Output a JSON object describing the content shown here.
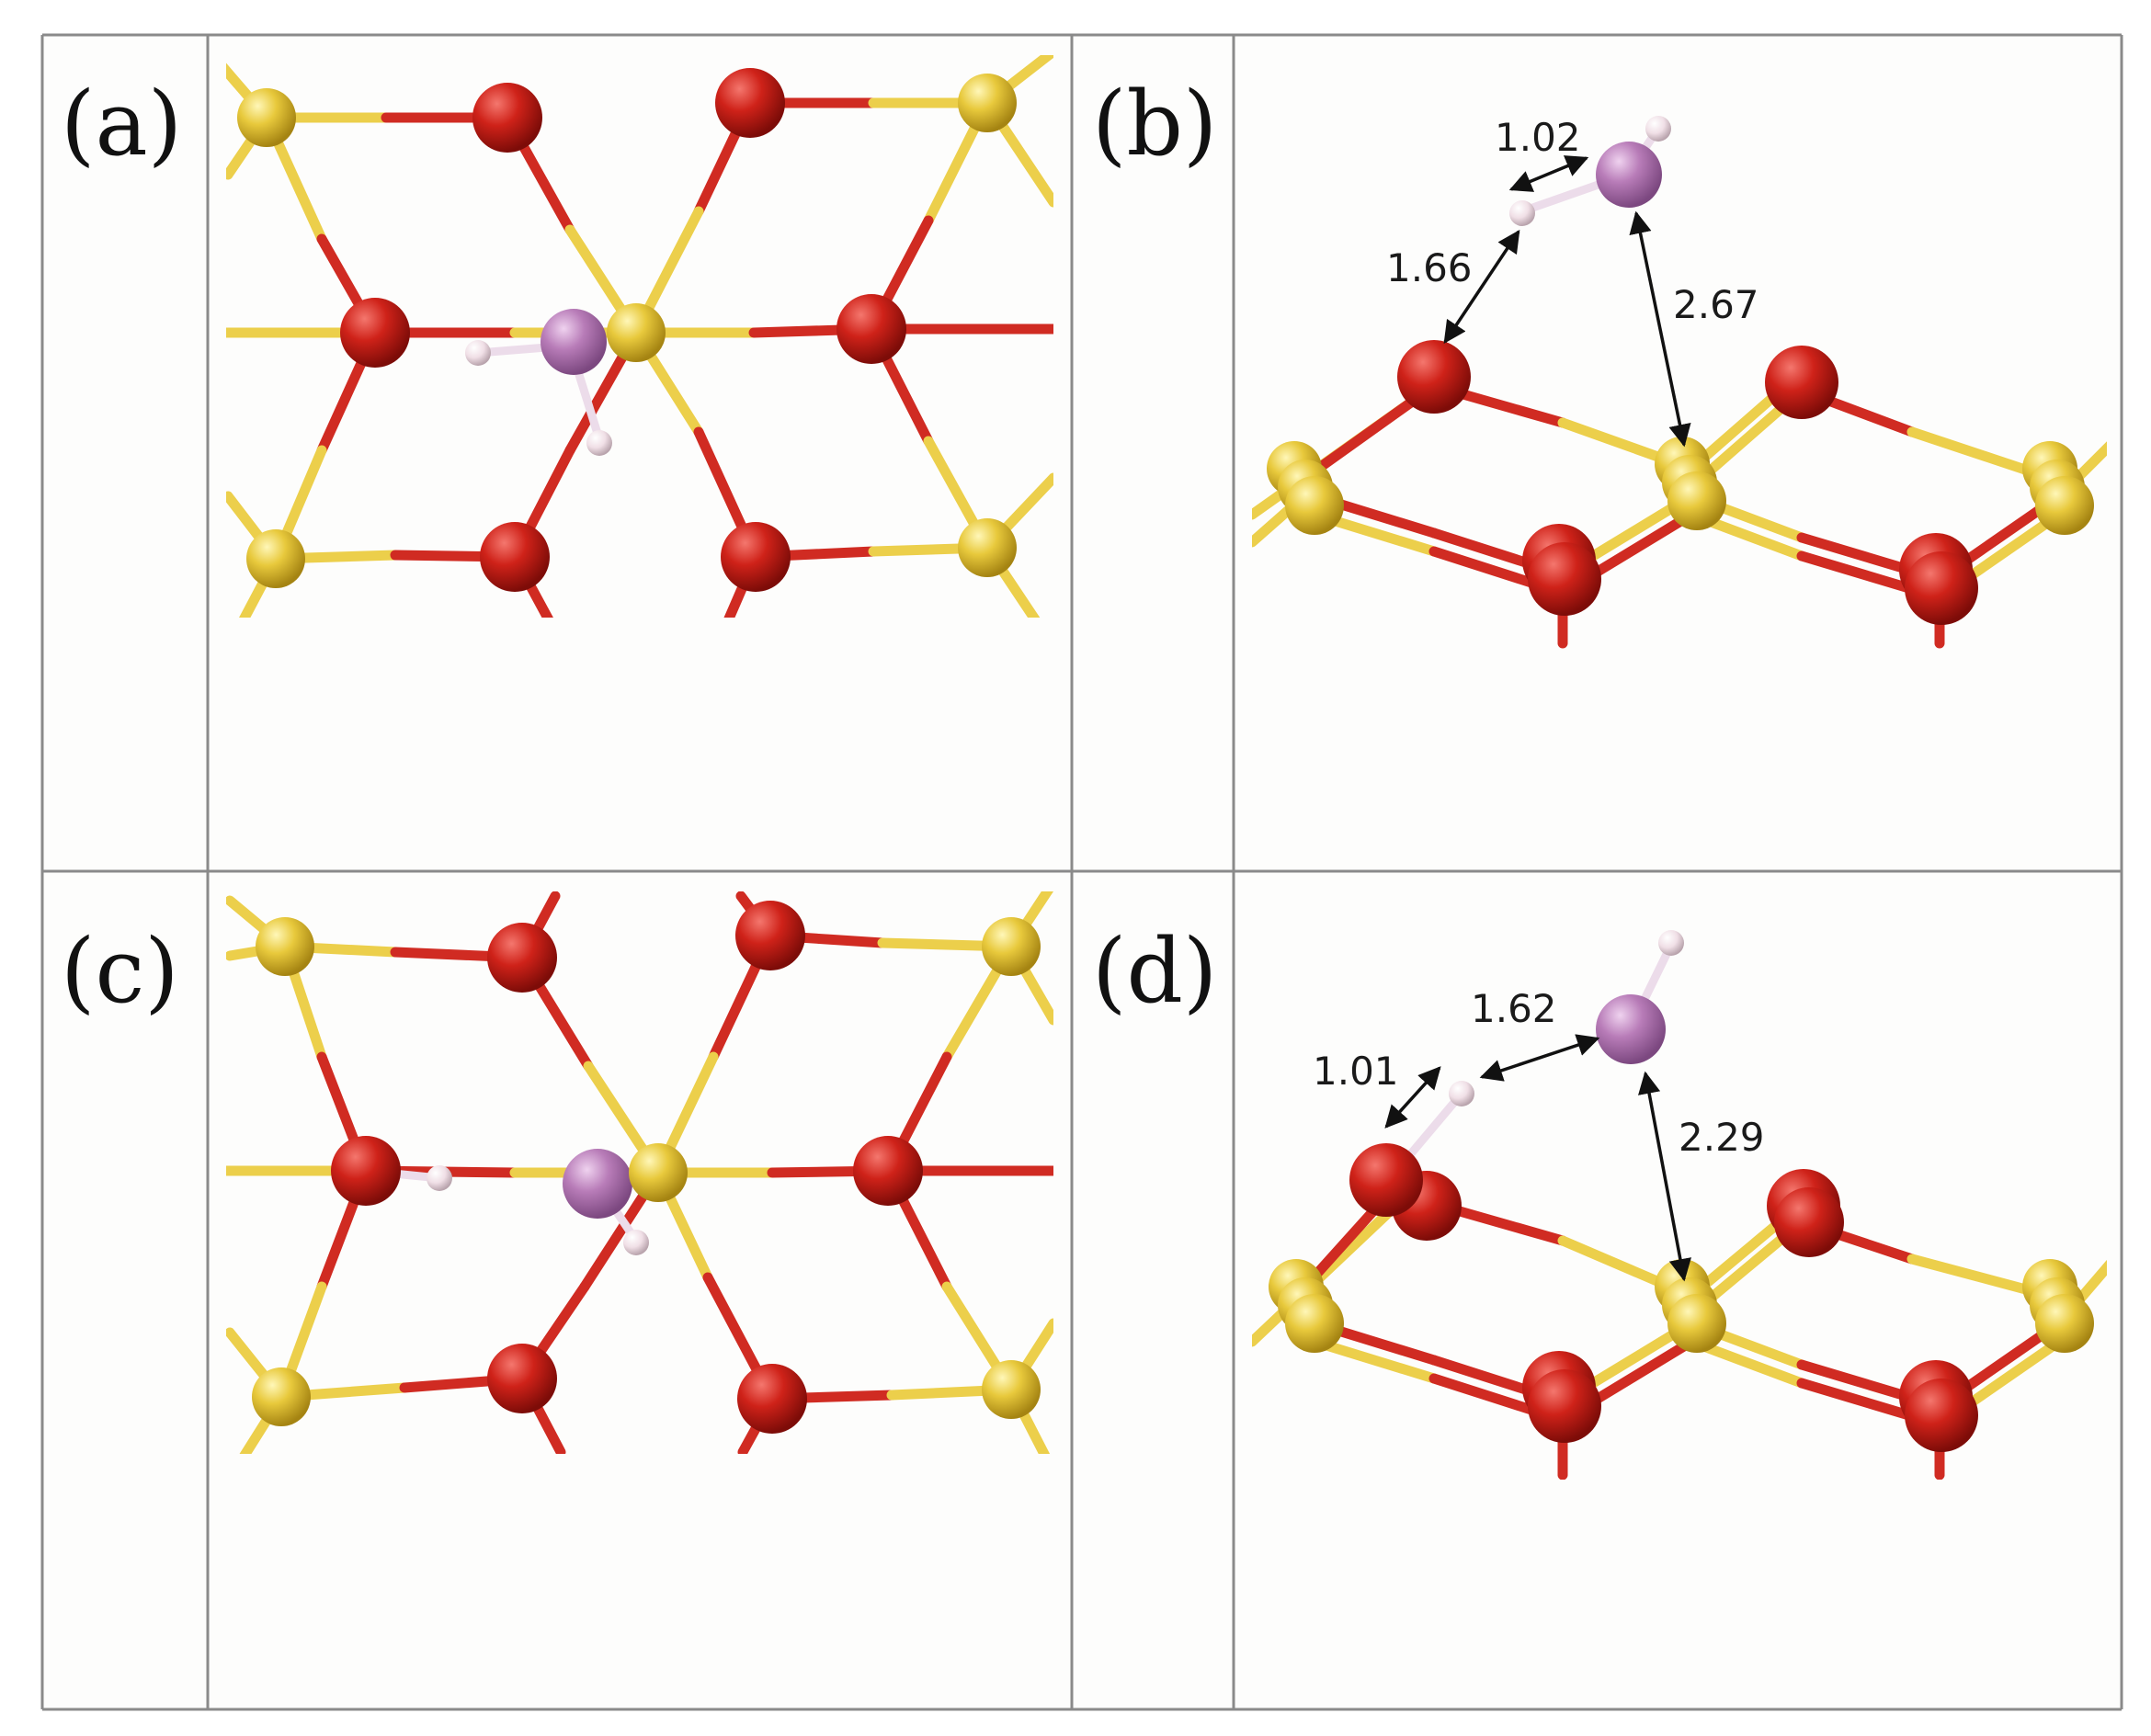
{
  "figure": {
    "panels": [
      {
        "id": "a",
        "label": "(a)",
        "view": "top"
      },
      {
        "id": "b",
        "label": "(b)",
        "view": "side",
        "distances": [
          "1.02",
          "1.66",
          "2.67"
        ]
      },
      {
        "id": "c",
        "label": "(c)",
        "view": "top"
      },
      {
        "id": "d",
        "label": "(d)",
        "view": "side",
        "distances": [
          "1.01",
          "1.62",
          "2.29"
        ]
      }
    ]
  },
  "colors": {
    "oxygen": "#c8211a",
    "metal": "#e8c93c",
    "adsorbate": "#b87cb8",
    "hydrogen": "#f0dfe6",
    "grid": "#8a8a8a",
    "background": "#fdfdfc"
  }
}
